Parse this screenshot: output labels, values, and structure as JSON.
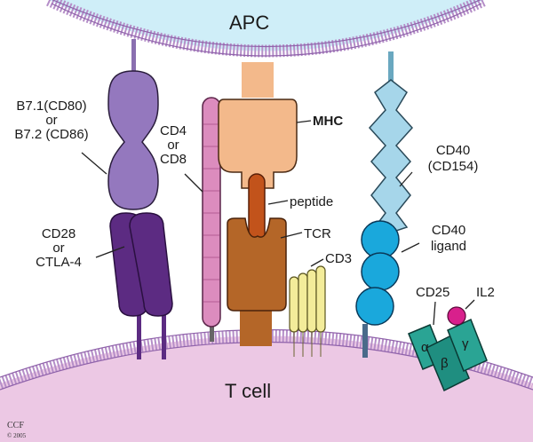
{
  "cells": {
    "apc": "APC",
    "t_cell": "T cell"
  },
  "molecules": {
    "b7": [
      "B7.1(CD80)",
      "or",
      "B7.2 (CD86)"
    ],
    "cd28": [
      "CD28",
      "or",
      "CTLA-4"
    ],
    "cd4": [
      "CD4",
      "or",
      "CD8"
    ],
    "mhc": "MHC",
    "peptide": "peptide",
    "tcr": "TCR",
    "cd3": "CD3",
    "cd40": [
      "CD40",
      "(CD154)"
    ],
    "cd40_ligand": [
      "CD40",
      "ligand"
    ],
    "cd25": "CD25",
    "il2": "IL2",
    "greek": {
      "alpha": "α",
      "beta": "β",
      "gamma": "γ"
    }
  },
  "credit": {
    "name": "CCF",
    "year": "© 2005"
  },
  "colors": {
    "apc_fill": "#cfeef8",
    "tcell_fill": "#ecc8e4",
    "membrane": "#b58ec8",
    "b7": "#9478be",
    "cd28": "#5c2b82",
    "cd4": "#dc8cbe",
    "mhc": "#f3b98b",
    "peptide": "#c2531b",
    "tcr": "#b46628",
    "cd3": "#f3ec9a",
    "cd40": "#a6d6ea",
    "cd40_ligand": "#1aa8dc",
    "cd25": "#2aa494",
    "il2": "#d8208c"
  }
}
